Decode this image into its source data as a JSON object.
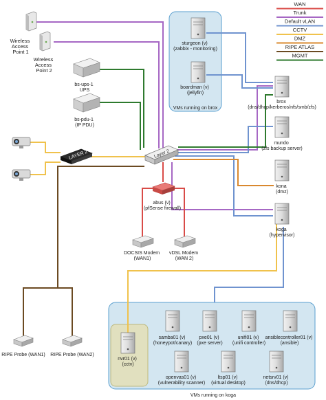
{
  "legend": [
    {
      "label": "WAN",
      "color": "#d94b47"
    },
    {
      "label": "Trunk",
      "color": "#a667c4"
    },
    {
      "label": "Default vLAN",
      "color": "#6f93cf"
    },
    {
      "label": "CCTV",
      "color": "#f0c24c"
    },
    {
      "label": "DMZ",
      "color": "#d9882e"
    },
    {
      "label": "RIPE ATLAS",
      "color": "#6b4a22"
    },
    {
      "label": "MGMT",
      "color": "#2e7a2e"
    }
  ],
  "groups": {
    "brox_vms": "VMs running on brox",
    "koga_vms": "VMs running on koga"
  },
  "nodes": {
    "ap1": [
      "Wireless",
      "Access",
      "Point 1"
    ],
    "ap2": [
      "Wireless",
      "Access",
      "Point 2"
    ],
    "sturgeon": [
      "sturgeon (v)",
      "(zabbix - monitoring)"
    ],
    "boardman": [
      "boardman (v)",
      "(jellyfin)"
    ],
    "brox": [
      "brox",
      "(dns/dhcp/kerberos/nfs/smb/zfs)"
    ],
    "mundo": [
      "mundo",
      "(zfs backup server)"
    ],
    "kona": [
      "kona",
      "(dmz)"
    ],
    "koga": [
      "koga",
      "(hypervisor)"
    ],
    "ups": [
      "bs-ups-1",
      "UPS"
    ],
    "pdu": [
      "bs-pdu-1",
      "(IP PDU)"
    ],
    "switch": [
      "Layer 2"
    ],
    "poe_switch": [
      "LAYER 2"
    ],
    "abus": [
      "abus (v)",
      "(pfSense firewall)"
    ],
    "docsis": [
      "DOCSIS Modem",
      "(WAN1)"
    ],
    "vdsl": [
      "vDSL Modem",
      "(WAN 2)"
    ],
    "ripe1": [
      "RIPE Probe (WAN1)"
    ],
    "ripe2": [
      "RIPE Probe (WAN2)"
    ],
    "nvr01": [
      "nvr01 (v)",
      "(cctv)"
    ],
    "samba01": [
      "samba01 (v)",
      "(honeypot/canary)"
    ],
    "pxe01": [
      "pxe01 (v)",
      "(pxe server)"
    ],
    "unifi01": [
      "unifi01 (v)",
      "(unifi controller)"
    ],
    "ansible": [
      "ansiblecontroller01 (v)",
      "(ansible)"
    ],
    "openvas01": [
      "openvas01 (v)",
      "(vulnerability scanner)"
    ],
    "ltsp01": [
      "ltsp01 (v)",
      "(virtual desktop)"
    ],
    "netsrv01": [
      "netsrv01 (v)",
      "(dns/dhcp)"
    ]
  }
}
